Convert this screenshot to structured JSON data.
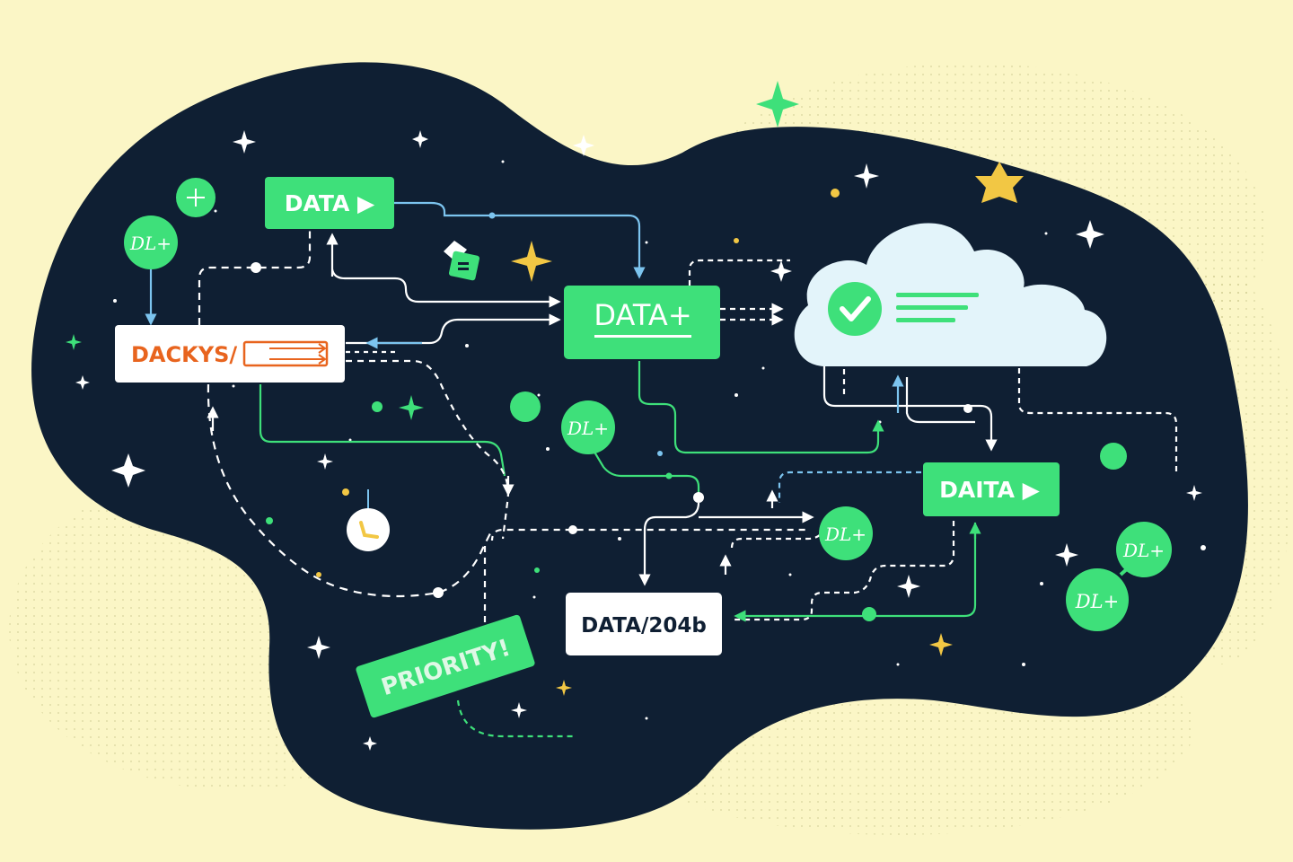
{
  "diagram": {
    "nodes": {
      "data_top": "DATA ▶",
      "data_center": "DATA+",
      "dackys": "DACKYS/",
      "daita": "DAITA ▶",
      "data_2046": "DATA/204b",
      "priority": "PRIORITY!",
      "dl_left": "DL+",
      "dl_mid": "DL+",
      "dl_right_a": "DL+",
      "dl_right_b": "DL+",
      "dl_right_c": "DL+"
    },
    "icons": {
      "cloud": "cloud-icon",
      "check": "check-circle-icon",
      "clock": "clock-icon",
      "rocket": "rocket-icon",
      "star": "star-icon",
      "sparkle": "sparkle-icon"
    },
    "colors": {
      "background": "#fbf6c6",
      "blob": "#0f1f33",
      "node_green": "#3ee07a",
      "cloud": "#e3f4fa",
      "accent_orange": "#e8641e",
      "star_yellow": "#f2c744",
      "line_white": "#ffffff",
      "line_blue": "#7cc4ef"
    }
  }
}
